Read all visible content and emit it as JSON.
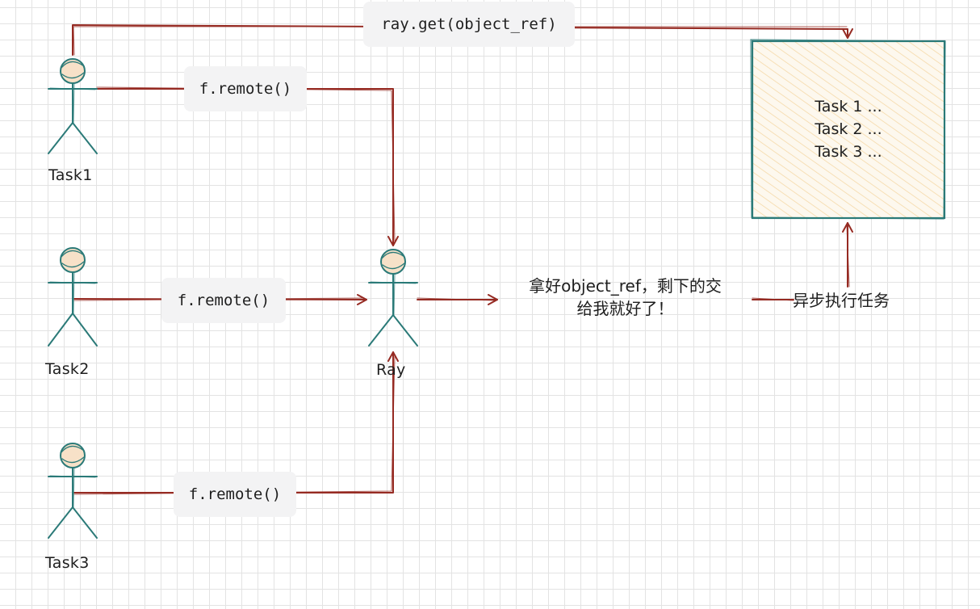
{
  "colors": {
    "arrow": "#962b23",
    "figure": "#2b7a78",
    "figure_fill": "#f7e1c8",
    "queue_fill": "#fae7c8",
    "label_bg": "#f3f3f4"
  },
  "labels": {
    "ray_get": "ray.get(object_ref)",
    "remote_1": "f.remote()",
    "remote_2": "f.remote()",
    "remote_3": "f.remote()"
  },
  "actors": {
    "task1": "Task1",
    "task2": "Task2",
    "task3": "Task3",
    "ray": "Ray"
  },
  "queue": {
    "items": [
      "Task 1 ...",
      "Task 2 ...",
      "Task 3 ..."
    ]
  },
  "note": {
    "line1": "拿好object_ref，剩下的交",
    "line2": "给我就好了！"
  },
  "async_label": "异步执行任务"
}
